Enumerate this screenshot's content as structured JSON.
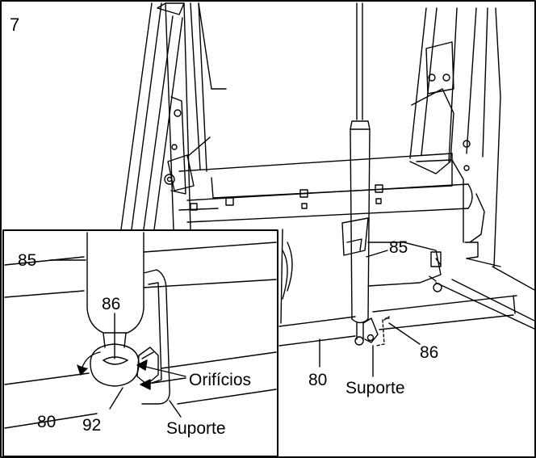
{
  "step_number": "7",
  "main_view": {
    "callouts": {
      "piston": "85",
      "pin": "86",
      "base_frame": "80",
      "bracket": "Suporte"
    }
  },
  "inset_view": {
    "callouts": {
      "piston": "85",
      "pin": "86",
      "holes": "Orifícios",
      "base_frame": "80",
      "clip": "92",
      "bracket": "Suporte"
    }
  }
}
